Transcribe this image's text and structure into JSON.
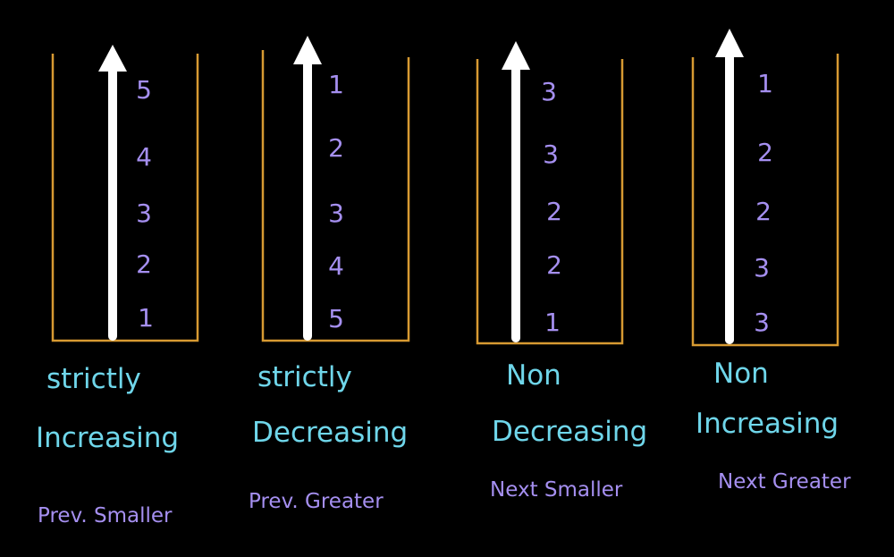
{
  "stacks": [
    {
      "values": [
        "5",
        "4",
        "3",
        "2",
        "1"
      ],
      "label_line1": "strictly",
      "label_line2": "Increasing",
      "note": "Prev. Smaller"
    },
    {
      "values": [
        "1",
        "2",
        "3",
        "4",
        "5"
      ],
      "label_line1": "strictly",
      "label_line2": "Decreasing",
      "note": "Prev. Greater"
    },
    {
      "values": [
        "3",
        "3",
        "2",
        "2",
        "1"
      ],
      "label_line1": "Non",
      "label_line2": "Decreasing",
      "note": "Next Smaller"
    },
    {
      "values": [
        "1",
        "2",
        "2",
        "3",
        "3"
      ],
      "label_line1": "Non",
      "label_line2": "Increasing",
      "note": "Next Greater"
    }
  ],
  "colors": {
    "background": "#000000",
    "container": "#d79a32",
    "arrow": "#ffffff",
    "numbers": "#a58ff0",
    "labels": "#6fd6ea",
    "notes": "#a58ff0"
  },
  "icons": {
    "arrow": "up-arrow-icon"
  }
}
